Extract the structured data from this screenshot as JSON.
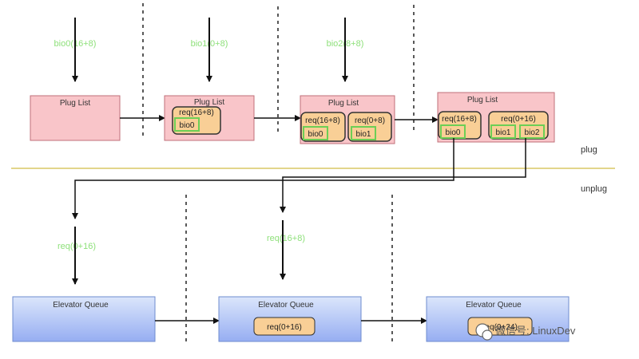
{
  "top": {
    "bio_labels": [
      "bio0(16+8)",
      "bio1(0+8)",
      "bio2(8+8)"
    ],
    "plug_list_title": "Plug List",
    "stage2": {
      "req": "req(16+8)",
      "bios": [
        "bio0"
      ]
    },
    "stage3": {
      "reqs": [
        "req(16+8)",
        "req(0+8)"
      ],
      "bios": [
        "bio0",
        "bio1"
      ]
    },
    "stage4": {
      "reqs": [
        "req(16+8)",
        "req(0+16)"
      ],
      "bios": [
        "bio0",
        "bio1",
        "bio2"
      ]
    }
  },
  "divider": {
    "above": "plug",
    "below": "unplug"
  },
  "bottom": {
    "req_labels": [
      "req(0+16)",
      "req(16+8)"
    ],
    "elevator_title": "Elevator Queue",
    "queue2_req": "req(0+16)",
    "queue3_req": "req(0+24)"
  },
  "watermark": "微信号: LinuxDev",
  "colors": {
    "pink_fill": "#f9c5c9",
    "pink_stroke": "#c0707a",
    "orange_fill": "#f9cf96",
    "green_text": "#8ee07a",
    "green_stroke": "#6ccf55",
    "blue_top": "#dbe6fb",
    "blue_bottom": "#96aef2",
    "divider": "#e2d58b"
  }
}
